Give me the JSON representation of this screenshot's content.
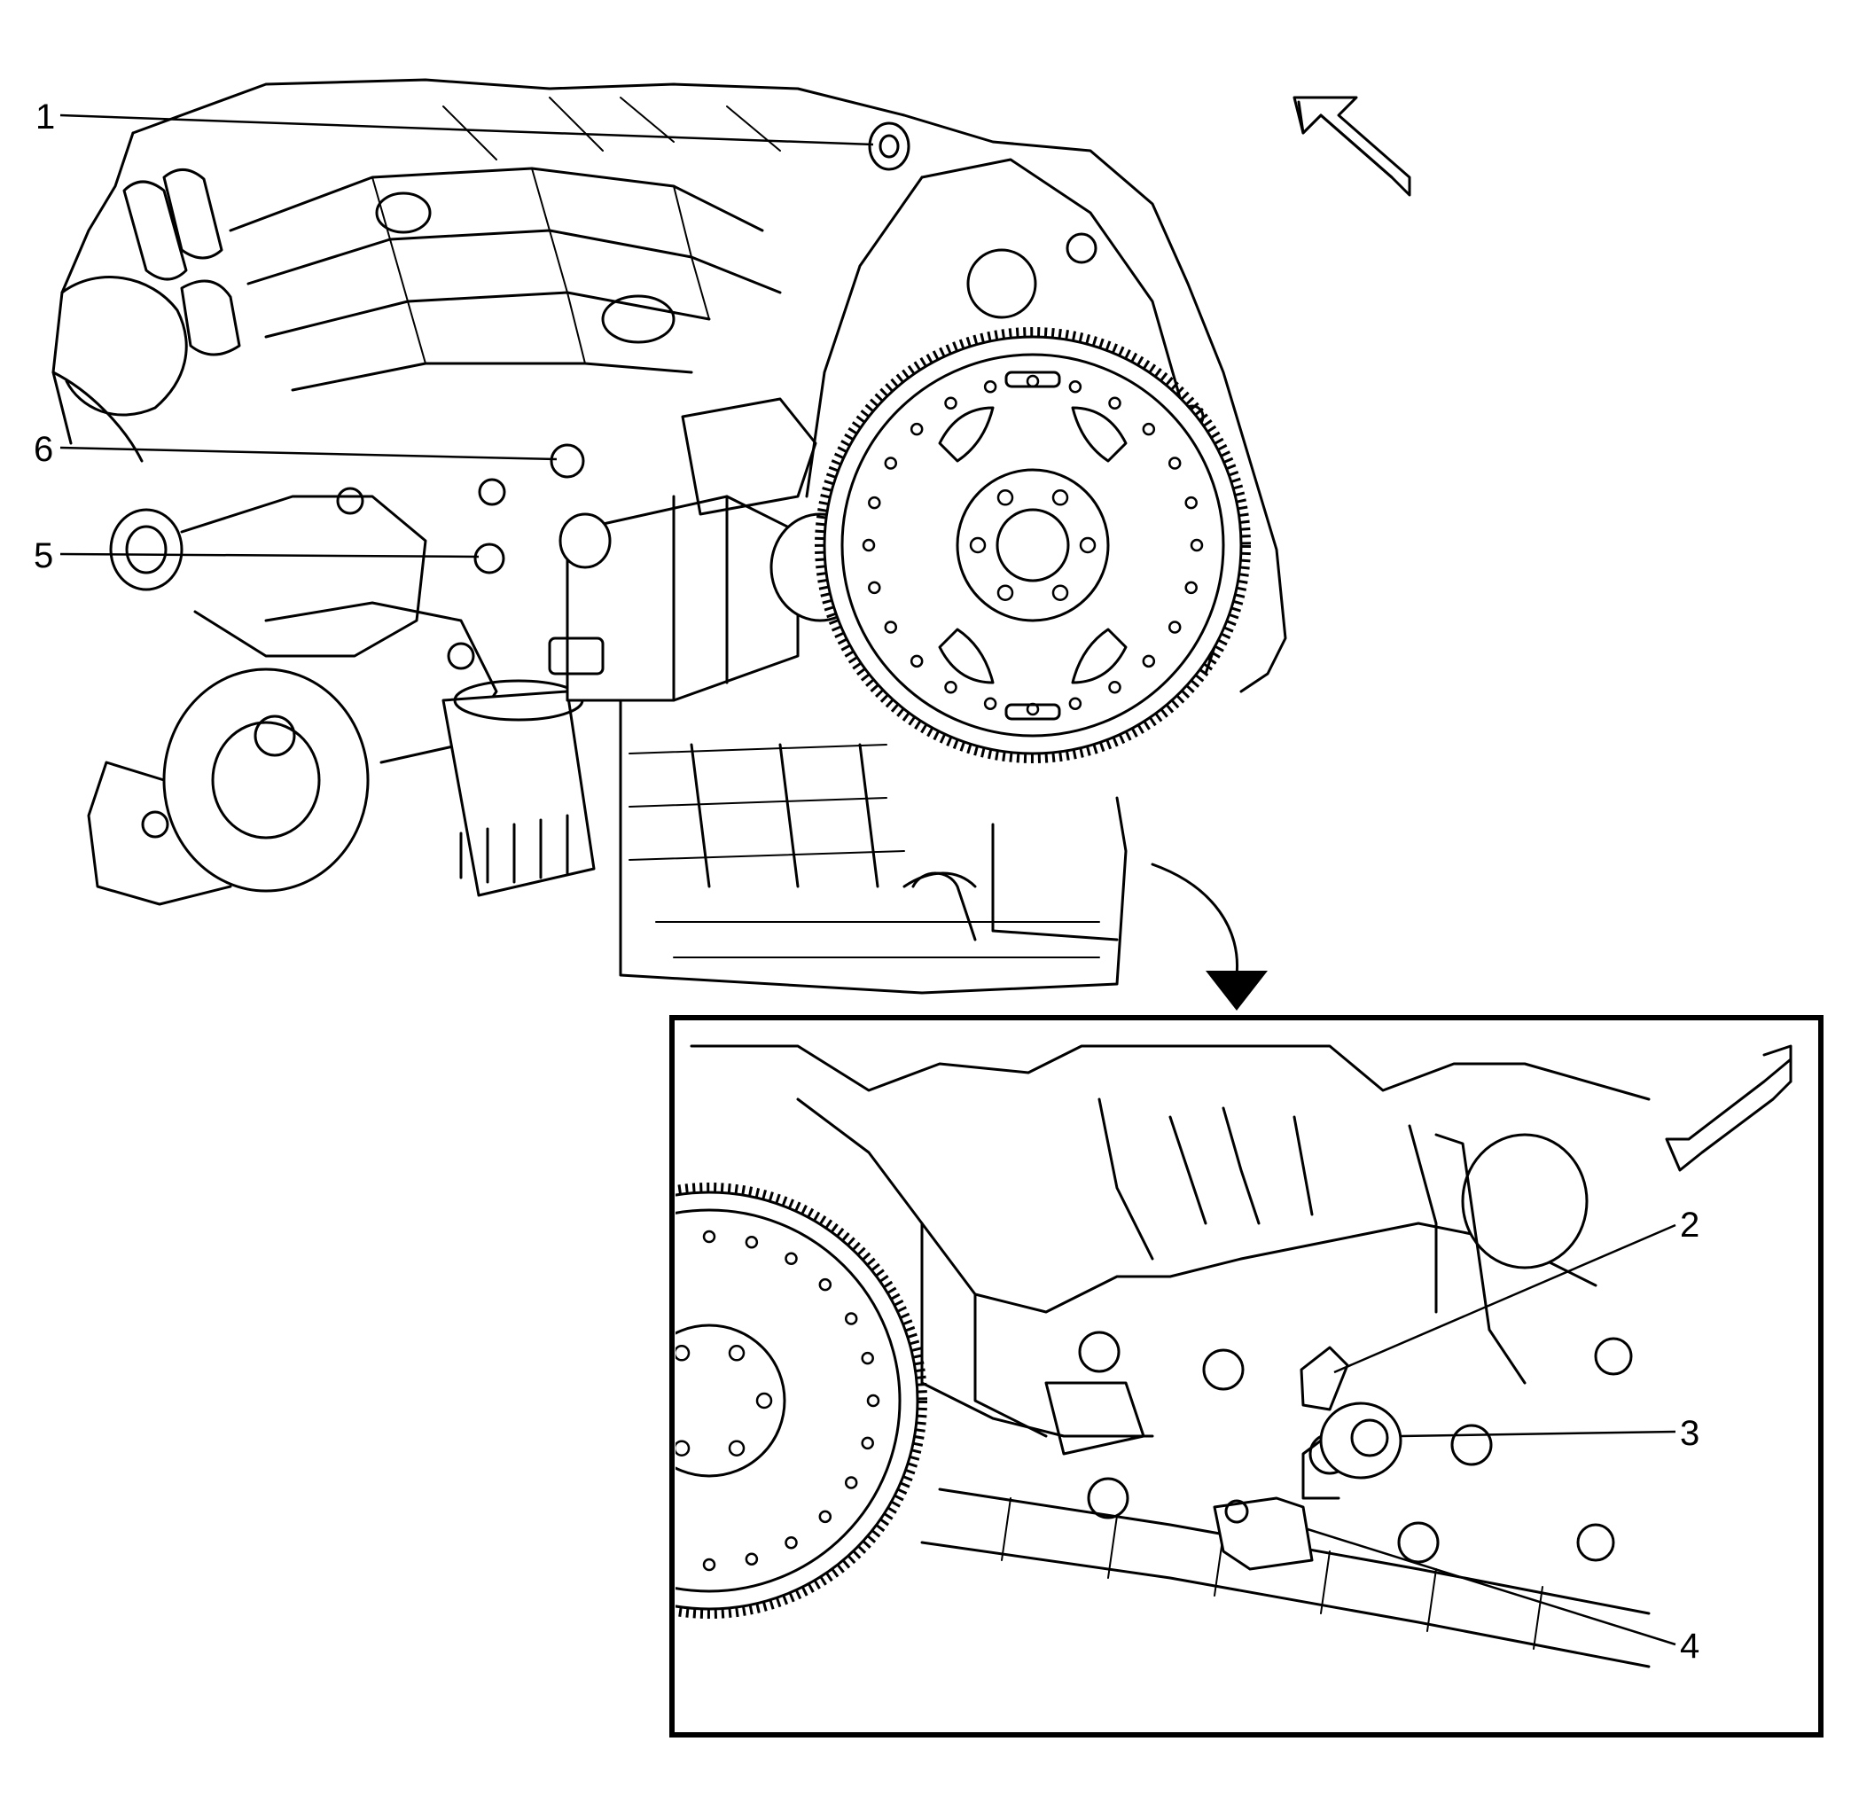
{
  "callouts": [
    {
      "id": "1",
      "label": "1"
    },
    {
      "id": "2",
      "label": "2"
    },
    {
      "id": "3",
      "label": "3"
    },
    {
      "id": "4",
      "label": "4"
    },
    {
      "id": "5",
      "label": "5"
    },
    {
      "id": "6",
      "label": "6"
    }
  ],
  "icons": {
    "main_view_direction": "view-direction-arrow-icon",
    "inset_view_direction": "view-direction-arrow-icon",
    "inset_pointer": "curved-arrow-icon"
  },
  "colors": {
    "ink": "#000000",
    "background": "#ffffff"
  }
}
